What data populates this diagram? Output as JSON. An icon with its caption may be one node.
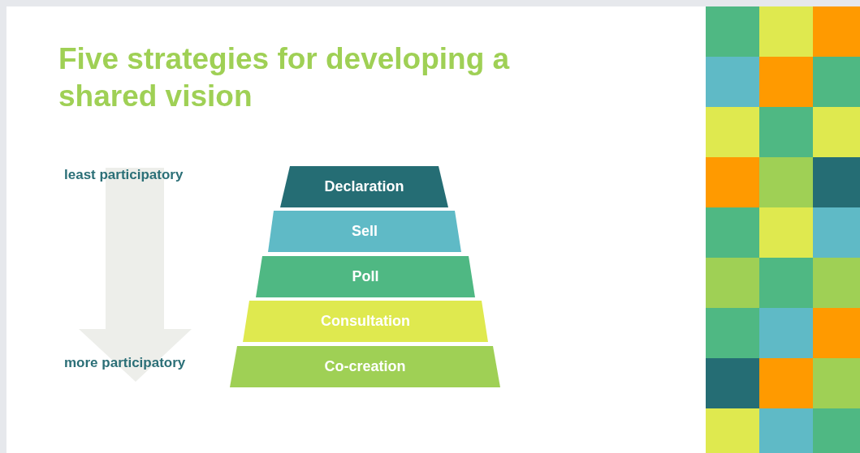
{
  "diagram": {
    "title": "Five strategies for developing a shared vision",
    "nodes": [
      {
        "text": [
          "Declaration"
        ]
      },
      {
        "text": [
          "Sell"
        ]
      },
      {
        "text": [
          "Poll"
        ]
      },
      {
        "text": [
          "Consultation"
        ]
      },
      {
        "text": [
          "Co-creation"
        ]
      }
    ],
    "edges": [],
    "labels": [
      "least participatory",
      "more participatory"
    ]
  }
}
